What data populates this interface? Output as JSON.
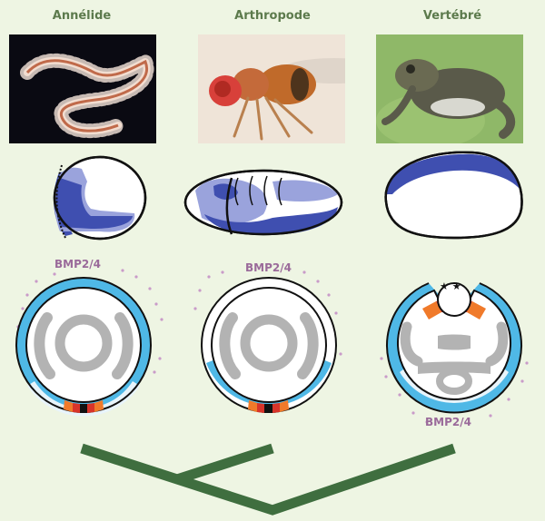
{
  "columns": [
    {
      "title": "Annélide",
      "bmp_label": "BMP2/4"
    },
    {
      "title": "Arthropode",
      "bmp_label": "BMP2/4"
    },
    {
      "title": "Vertébré",
      "bmp_label": "BMP2/4"
    }
  ],
  "colors": {
    "background": "#eef5e3",
    "title_green": "#5c7a4c",
    "embryo_blue": "#3f4fb0",
    "embryo_light_blue": "#9aa3dc",
    "ring_cyan": "#4fb8e6",
    "organ_gray": "#b3b3b3",
    "tree_green": "#3f6e3f",
    "bmp_purple": "#9a6a9a",
    "dot_pink": "#c99bc9",
    "band_orange": "#f07a2a",
    "band_red": "#d8342a"
  },
  "star_symbols": "★ ★"
}
